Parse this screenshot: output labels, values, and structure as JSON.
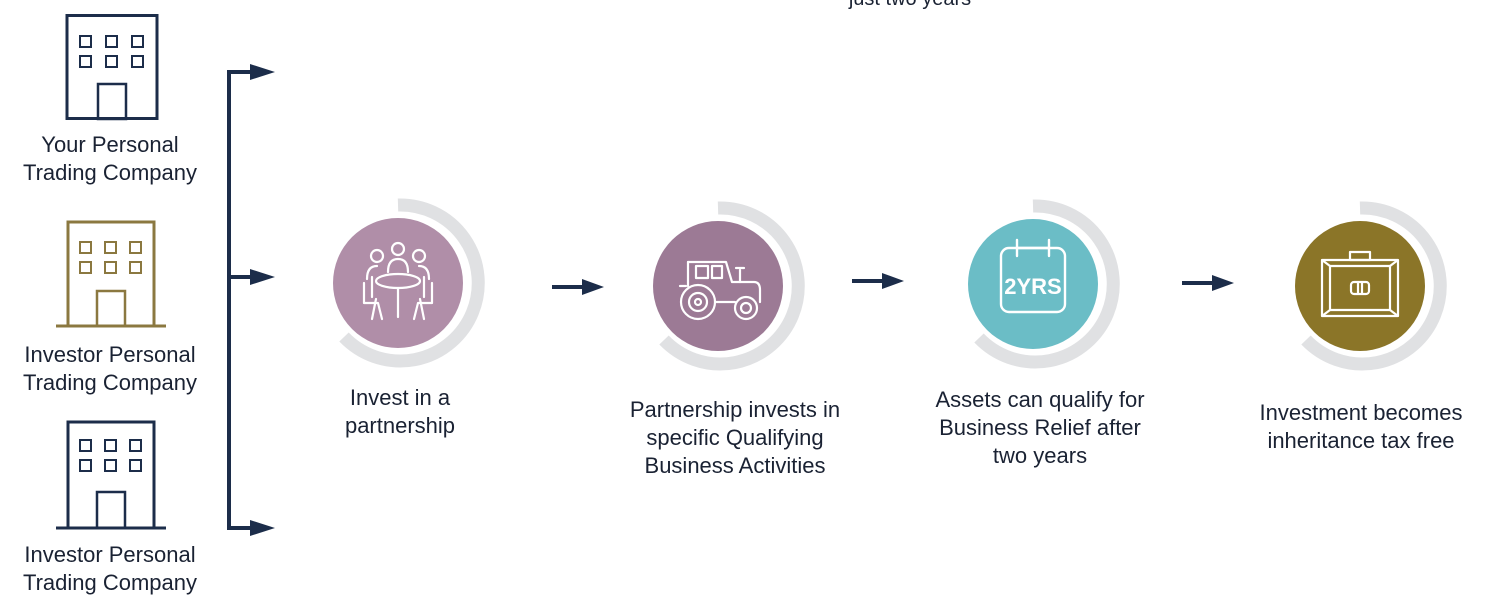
{
  "caption": "just two years",
  "companies": [
    {
      "line1": "Your Personal",
      "line2": "Trading Company",
      "color": "#1c2d4a"
    },
    {
      "line1": "Investor Personal",
      "line2": "Trading Company",
      "color": "#8b7840"
    },
    {
      "line1": "Investor Personal",
      "line2": "Trading Company",
      "color": "#1c2d4a"
    }
  ],
  "steps": [
    {
      "line1": "Invest in a",
      "line2": "partnership",
      "icon": "meeting-icon",
      "color": "#b08ea8"
    },
    {
      "line1": "Partnership invests in",
      "line2": "specific Qualifying",
      "line3": "Business Activities",
      "icon": "tractor-icon",
      "color": "#9c7a95"
    },
    {
      "line1": "Assets can qualify for",
      "line2": "Business Relief after",
      "line3": "two years",
      "icon": "calendar-icon",
      "color": "#6bbdc6",
      "badge": "2YRS"
    },
    {
      "line1": "Investment becomes",
      "line2": "inheritance tax free",
      "icon": "briefcase-icon",
      "color": "#8b7528"
    }
  ],
  "colors": {
    "navy": "#1c2d4a",
    "ring": "#e0e1e3"
  }
}
